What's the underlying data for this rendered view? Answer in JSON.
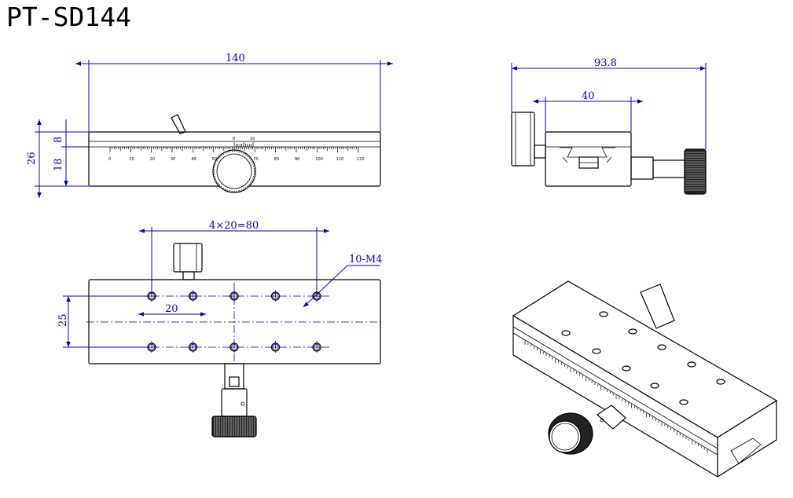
{
  "title": "PT-SD144",
  "front_view": {
    "width_label": "140",
    "height_total_label": "26",
    "height_upper_label": "8",
    "height_lower_label": "18",
    "scale_main": [
      "0",
      "10",
      "20",
      "30",
      "40",
      "50",
      "60",
      "70",
      "80",
      "90",
      "100",
      "110",
      "120"
    ],
    "vernier": [
      "0",
      "10"
    ]
  },
  "side_view": {
    "width_label": "93.8",
    "inner_label": "40"
  },
  "top_view": {
    "pitch_label": "4×20=80",
    "spacing_label": "20",
    "hole_label": "10-M4",
    "row_label": "25"
  }
}
